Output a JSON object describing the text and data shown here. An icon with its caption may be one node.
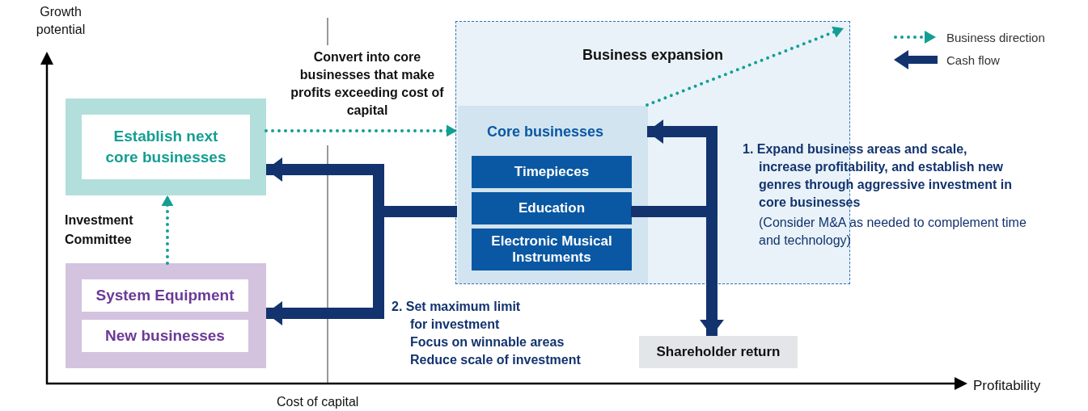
{
  "diagram": {
    "nodes": [
      {
        "text": [
          "Business expansion"
        ]
      },
      {
        "text": [
          "Core businesses"
        ],
        "in": 0
      },
      {
        "text": [
          "Timepieces"
        ],
        "in": 1
      },
      {
        "text": [
          "Education"
        ],
        "in": 1
      },
      {
        "text": [
          "Electronic Musical Instruments"
        ],
        "in": 1
      },
      {
        "text": [
          "Establish next core businesses"
        ]
      },
      {
        "text": [],
        "shape": "box"
      },
      {
        "text": [
          "System Equipment"
        ],
        "in": 6
      },
      {
        "text": [
          "New businesses"
        ],
        "in": 6
      },
      {
        "text": [
          "Shareholder return"
        ]
      }
    ],
    "edges": [
      {
        "from": 5,
        "to": 1,
        "arrow": "to",
        "style": "dashed",
        "color": "#139e94"
      },
      {
        "from": 6,
        "to": 5,
        "arrow": "to",
        "style": "dashed",
        "color": "#139e94"
      },
      {
        "from": 1,
        "to": null,
        "arrow": "to",
        "style": "dashed",
        "color": "#139e94"
      },
      {
        "from": 1,
        "to": 5,
        "arrow": "to"
      },
      {
        "from": 1,
        "to": 6,
        "arrow": "to"
      },
      {
        "from": 3,
        "to": 1,
        "arrow": "to"
      },
      {
        "from": 1,
        "to": 9,
        "arrow": "to"
      }
    ],
    "labels": [
      "Growth potential",
      "Convert into core businesses that make profits exceeding cost of capital",
      "Investment Committee",
      "1. Expand business areas and scale, increase profitability, and establish new genres through aggressive investment in core businesses",
      "(Consider M&A as needed to complement time and technology)",
      "2. Set maximum limit for investment",
      "Focus on winnable areas",
      "Reduce scale of investment",
      "Profitability",
      "Cost of capital"
    ],
    "legend": [
      {
        "text": "Business direction"
      },
      {
        "text": "Cash flow"
      }
    ]
  }
}
